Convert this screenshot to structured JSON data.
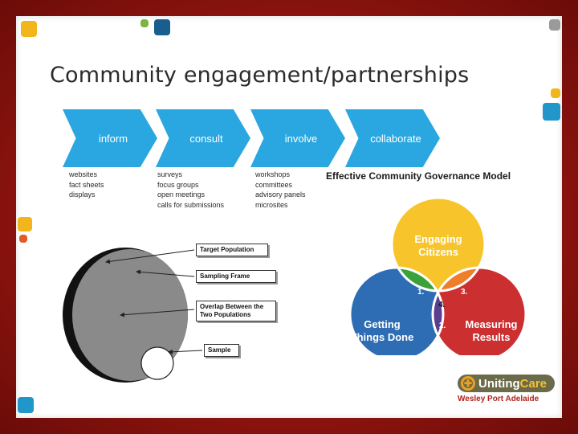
{
  "title": "Community engagement/partnerships",
  "process": {
    "steps": [
      {
        "label": "inform",
        "items": [
          "websites",
          "fact sheets",
          "displays"
        ]
      },
      {
        "label": "consult",
        "items": [
          "surveys",
          "focus groups",
          "open meetings",
          "calls for submissions"
        ]
      },
      {
        "label": "involve",
        "items": [
          "workshops",
          "committees",
          "advisory panels",
          "microsites"
        ]
      },
      {
        "label": "collaborate",
        "items": []
      }
    ]
  },
  "governance_model": {
    "title": "Effective Community Governance Model",
    "circles": [
      "Engaging Citizens",
      "Getting Things Done",
      "Measuring Results"
    ],
    "regions": [
      "1.",
      "2.",
      "3.",
      "4."
    ],
    "colors": {
      "yellow": "#f7c52b",
      "blue": "#2e6db4",
      "red": "#cc2f2f",
      "green": "#3ba23b",
      "orange": "#f07d2a",
      "purple": "#5b3e8f"
    }
  },
  "sampling": {
    "labels": [
      "Target Population",
      "Sampling Frame",
      "Overlap Between the Two Populations",
      "Sample"
    ]
  },
  "logo": {
    "brand": "Uniting",
    "brand_accent": "Care",
    "subtitle": "Wesley Port Adelaide"
  },
  "decor": {
    "colors": [
      "#f2b51c",
      "#7cb342",
      "#1a5d8f",
      "#2196c9",
      "#e35a26",
      "#b0231b",
      "#9a9a9a"
    ]
  }
}
